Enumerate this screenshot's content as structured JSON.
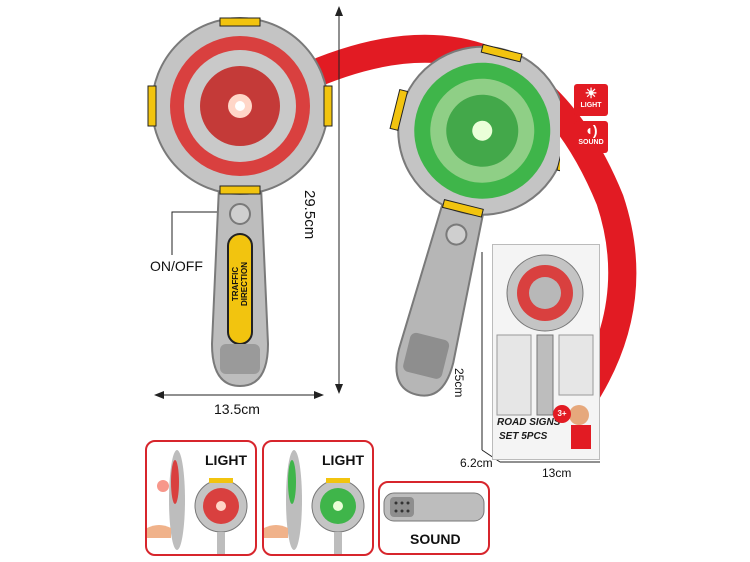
{
  "dimensions": {
    "height": "29.5cm",
    "width": "13.5cm",
    "box_height": "25cm",
    "box_depth": "6.2cm",
    "box_width": "13cm"
  },
  "labels": {
    "on_off": "ON/OFF",
    "handle_text": "TRAFFIC DIRECTION"
  },
  "badges": [
    {
      "text": "LIGHT",
      "icon": "light-icon"
    },
    {
      "text": "SOUND",
      "icon": "sound-icon"
    }
  ],
  "panels": {
    "light_red": "LIGHT",
    "light_green": "LIGHT",
    "sound": "SOUND"
  },
  "package": {
    "line1": "ROAD SIGNS",
    "line2": "SET 5PCS",
    "age": "3+"
  },
  "colors": {
    "accent_red": "#e21b23",
    "body_gray": "#bdbdbd",
    "signal_red": "#e0343a",
    "signal_green": "#3fb54a",
    "hazard_yellow": "#f2c40f"
  }
}
